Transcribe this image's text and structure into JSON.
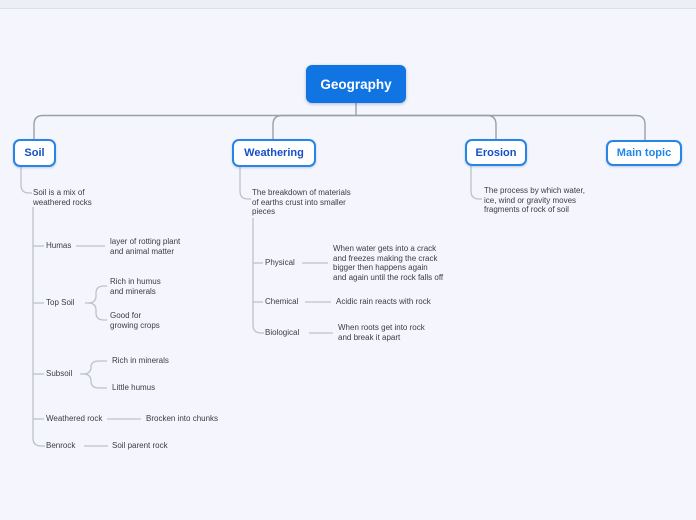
{
  "app": {
    "kind": "mind-map-diagram"
  },
  "colors": {
    "canvas_bg": "#f5f6fd",
    "root_fill": "#1174e3",
    "root_text": "#ffffff",
    "topic_border": "#2585e8",
    "topic_text": "#174fc7",
    "placeholder_text": "#1e87ea",
    "root_wire": "#99a0aa",
    "sub_wire": "#bcc1cc",
    "note_text": "#3a3d42"
  },
  "root": {
    "label": "Geography"
  },
  "soil": {
    "label": "Soil",
    "description": "Soil is a mix of\nweathered rocks",
    "children": [
      {
        "label": "Humas",
        "note": "layer of rotting plant\nand animal matter"
      },
      {
        "label": "Top Soil",
        "notes": [
          "Rich in humus\nand minerals",
          "Good for\ngrowing crops"
        ]
      },
      {
        "label": "Subsoil",
        "notes": [
          "Rich in minerals",
          "Little humus"
        ]
      },
      {
        "label": "Weathered rock",
        "note": "Brocken into chunks"
      },
      {
        "label": "Benrock",
        "note": "Soil parent rock"
      }
    ]
  },
  "weathering": {
    "label": "Weathering",
    "description": "The breakdown of materials\nof earths crust into smaller\npieces",
    "children": [
      {
        "label": "Physical",
        "note": "When water gets into a crack\nand freezes making the crack\nbigger then happens again\nand again until the rock falls off"
      },
      {
        "label": "Chemical",
        "note": "Acidic rain reacts with rock"
      },
      {
        "label": "Biological",
        "note": "When roots get into rock\nand break it apart"
      }
    ]
  },
  "erosion": {
    "label": "Erosion",
    "description": "The process by which water,\nice, wind or gravity moves\nfragments of rock of soil"
  },
  "main_topic": {
    "label": "Main topic"
  }
}
